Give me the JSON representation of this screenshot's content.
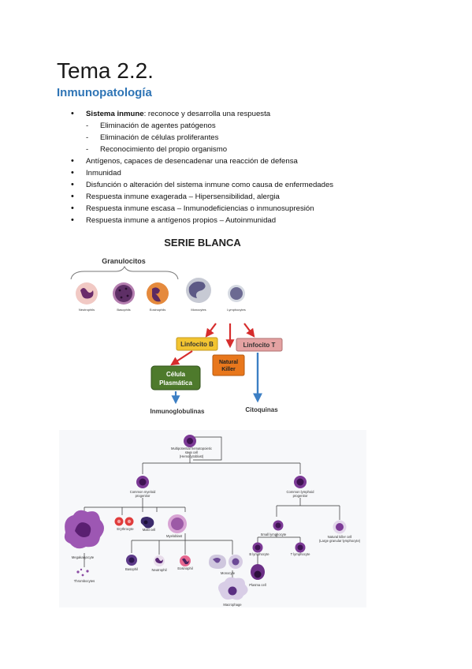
{
  "header": {
    "title": "Tema 2.2.",
    "subtitle": "Inmunopatología"
  },
  "bullets": {
    "b1_bold": "Sistema inmune",
    "b1_rest": ": reconoce y desarrolla una respuesta",
    "sub1": "Eliminación de agentes patógenos",
    "sub2": "Eliminación de células proliferantes",
    "sub3": "Reconocimiento del propio organismo",
    "b2": "Antígenos, capaces de desencadenar una reacción de defensa",
    "b3": "Inmunidad",
    "b4": "Disfunción o alteración del sistema inmune como causa de enfermedades",
    "b5": "Respuesta inmune exagerada – Hipersensibilidad, alergia",
    "b6": "Respuesta inmune escasa – Inmunodeficiencias o inmunosupresión",
    "b7": "Respuesta inmune a antígenos propios – Autoinmunidad"
  },
  "figure1": {
    "title": "SERIE BLANCA",
    "granulocitos": "Granulocitos",
    "neutrophils": "Neutrophils",
    "basophils": "Basophils",
    "eosinophils": "Eosinophils",
    "monocytes": "Monocytes",
    "lymphocytes": "Lymphocytes",
    "linfocito_b": "Linfocito B",
    "linfocito_t": "Linfocito T",
    "natural": "Natural",
    "killer": "Killer",
    "celula": "Célula",
    "plasmatica": "Plasmática",
    "inmunoglobulinas": "Inmunoglobulinas",
    "citoquinas": "Citoquinas",
    "colors": {
      "box_b": "#f2c431",
      "box_t": "#e4a2a2",
      "box_nk": "#e8771c",
      "box_plasma": "#4e7a2c",
      "arrow_red": "#d62d2d",
      "arrow_blue": "#3c7fc4"
    }
  },
  "figure2": {
    "stem1": "Multipotential hematopoietic",
    "stem2": "stem cell",
    "stem3": "(Hemocytoblast)",
    "myeloid1": "Common myeloid",
    "myeloid2": "progenitor",
    "lymphoid1": "Common lymphoid",
    "lymphoid2": "progenitor",
    "erythrocyte": "Erythrocyte",
    "mast_cell": "Mast cell",
    "myeloblast": "Myeloblast",
    "megakaryocyte": "Megakaryocyte",
    "thrombocytes": "Thrombocytes",
    "basophil": "Basophil",
    "neutrophil": "Neutrophil",
    "eosinophil": "Eosinophil",
    "monocyte": "Monocyte",
    "macrophage": "Macrophage",
    "small_lymph": "Small lymphocyte",
    "nk1": "Natural killer cell",
    "nk2": "(Large granular lymphocyte)",
    "b_lymph": "B lymphocyte",
    "t_lymph": "T lymphocyte",
    "plasma": "Plasma cell"
  }
}
